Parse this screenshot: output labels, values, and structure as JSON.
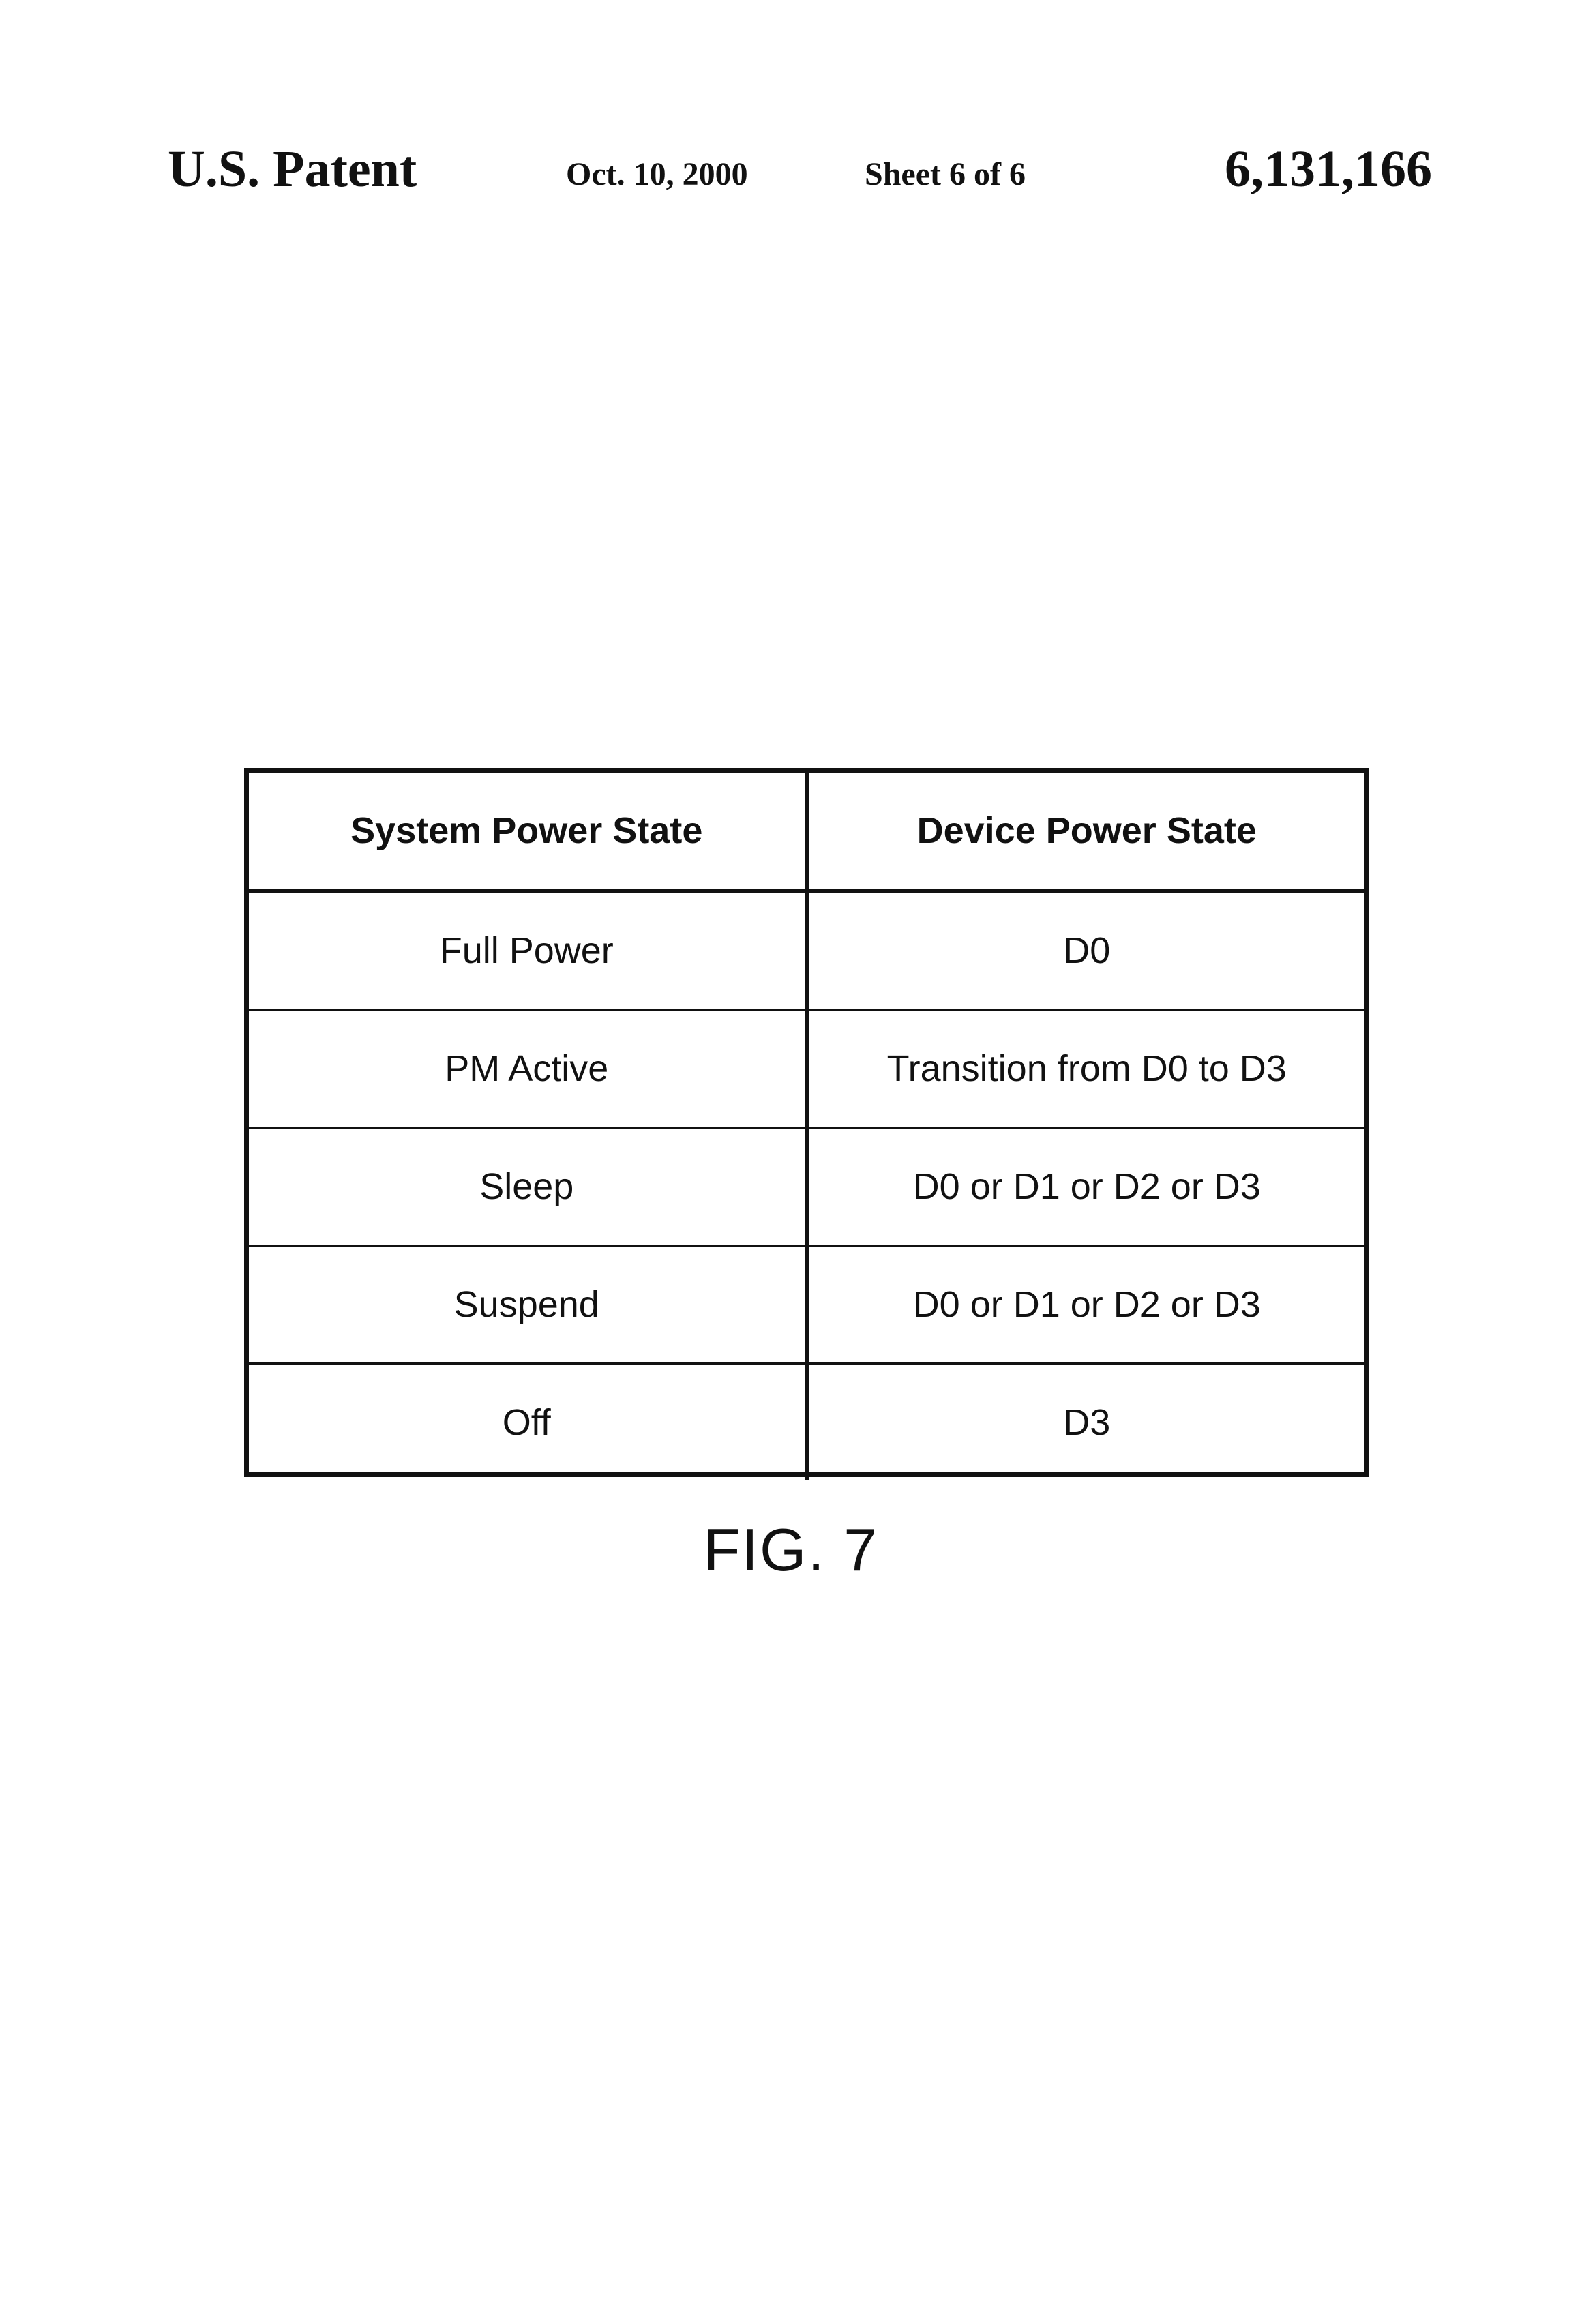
{
  "header": {
    "patent_label": "U.S. Patent",
    "date": "Oct. 10, 2000",
    "sheet": "Sheet 6 of 6",
    "patent_number": "6,131,166"
  },
  "table": {
    "headers": [
      "System Power State",
      "Device Power State"
    ],
    "rows": [
      {
        "system": "Full Power",
        "device": "D0"
      },
      {
        "system": "PM Active",
        "device": "Transition from D0 to D3"
      },
      {
        "system": "Sleep",
        "device": "D0 or D1 or D2 or D3"
      },
      {
        "system": "Suspend",
        "device": "D0 or D1 or D2 or D3"
      },
      {
        "system": "Off",
        "device": "D3"
      }
    ]
  },
  "figure": {
    "caption": "FIG. 7"
  }
}
